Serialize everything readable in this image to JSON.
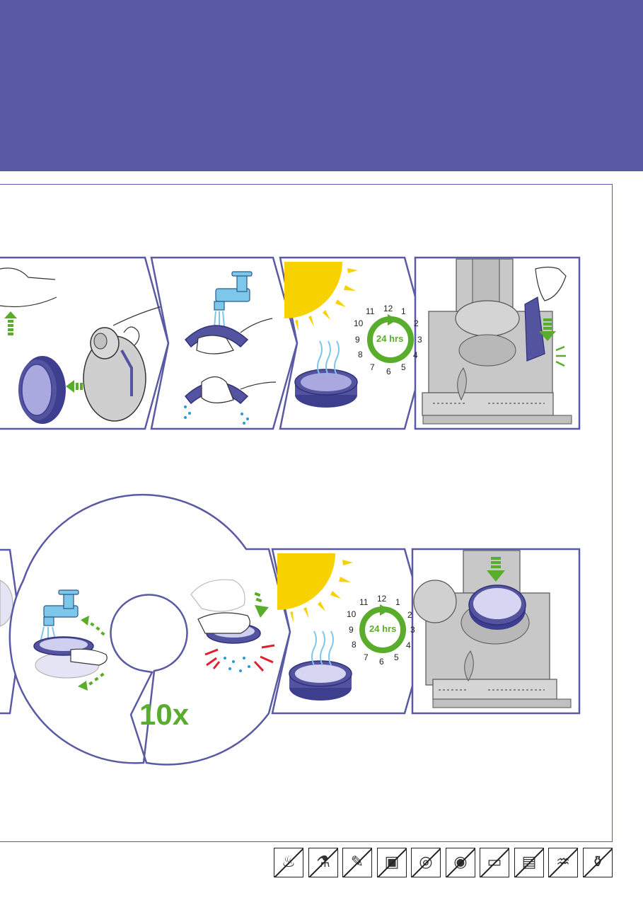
{
  "colors": {
    "header": "#5a5aa4",
    "panel_border": "#5a5aa4",
    "filter_purple": "#5353a0",
    "filter_light": "#a9a9e0",
    "green": "#5aac2c",
    "sun": "#f7d200",
    "water": "#2a9ad8",
    "machine_grey": "#c8c8c8"
  },
  "clock1": {
    "hours": [
      "12",
      "1",
      "2",
      "3",
      "4",
      "5",
      "6",
      "7",
      "8",
      "9",
      "10",
      "11"
    ],
    "label": "24 hrs"
  },
  "clock2": {
    "hours": [
      "12",
      "1",
      "2",
      "3",
      "4",
      "5",
      "6",
      "7",
      "8",
      "9",
      "10",
      "11"
    ],
    "label": "24 hrs"
  },
  "repeat_label": "10x",
  "warning_icons": [
    {
      "name": "no-hot-water-icon",
      "glyph": "♨"
    },
    {
      "name": "no-detergent-icon",
      "glyph": "⚗"
    },
    {
      "name": "no-brush-icon",
      "glyph": "✎"
    },
    {
      "name": "no-oven-icon",
      "glyph": "▣"
    },
    {
      "name": "no-tumble-dryer-icon",
      "glyph": "◎"
    },
    {
      "name": "no-washing-machine-icon",
      "glyph": "◉"
    },
    {
      "name": "no-microwave-icon",
      "glyph": "▭"
    },
    {
      "name": "no-dishwasher-icon",
      "glyph": "▤"
    },
    {
      "name": "no-hairdryer-icon",
      "glyph": "♒"
    },
    {
      "name": "no-spray-icon",
      "glyph": "⚱"
    }
  ]
}
